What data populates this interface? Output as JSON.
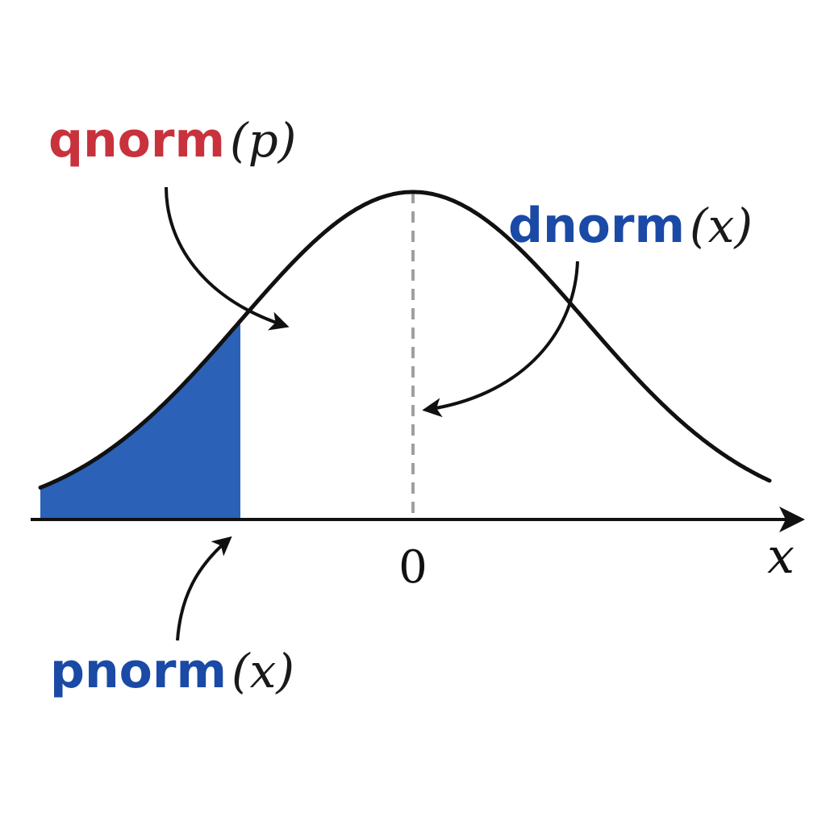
{
  "colors": {
    "qnorm": "#c8323c",
    "dnorm": "#1a4aa6",
    "pnorm": "#1a4aa6",
    "shade": "#2b62b8",
    "curve": "#111111",
    "mean_line": "#a0a0a0"
  },
  "labels": {
    "qnorm": {
      "name": "qnorm",
      "arg": "(p)"
    },
    "dnorm": {
      "name": "dnorm",
      "arg": "(x)"
    },
    "pnorm": {
      "name": "pnorm",
      "arg": "(x)"
    }
  },
  "axis": {
    "zero_label": "0",
    "x_label": "x"
  },
  "distribution": {
    "mean": 0,
    "sd": 1,
    "shaded_upper_z": -1
  }
}
